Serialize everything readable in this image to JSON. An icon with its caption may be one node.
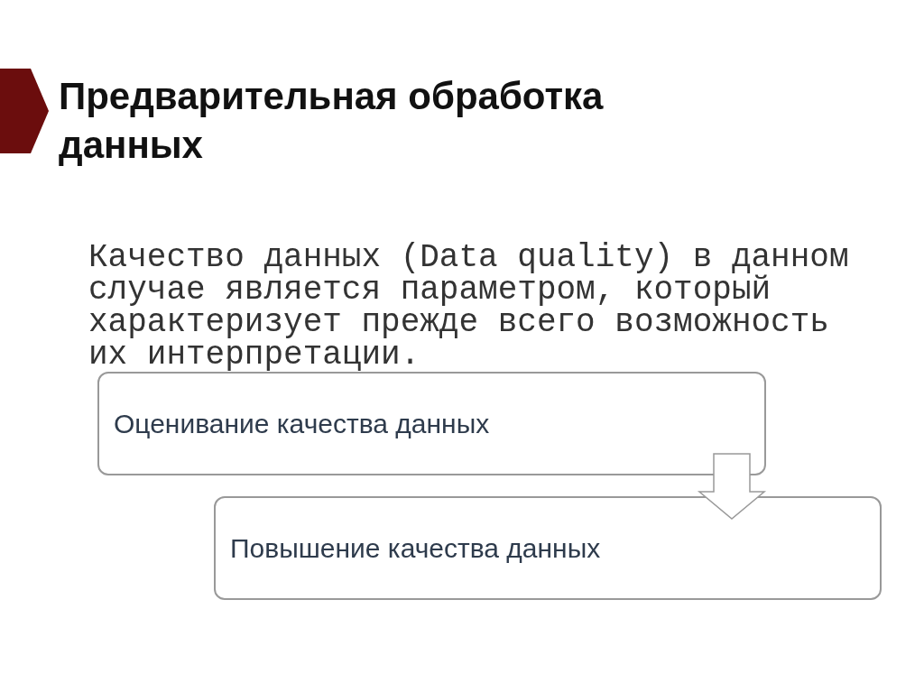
{
  "diagram": {
    "title": "Предварительная обработка данных",
    "labels": [
      "Качество данных (Data quality) в данном случае является параметром, который характеризует прежде всего возможность их интерпретации."
    ],
    "nodes": [
      {
        "text": [],
        "shape": "chevron"
      },
      {
        "text": [
          "Оценивание качества данных"
        ]
      },
      {
        "text": [
          "Повышение качества данных"
        ]
      }
    ],
    "edges": [
      {
        "from": 1,
        "to": 2,
        "arrow": "to"
      }
    ]
  }
}
